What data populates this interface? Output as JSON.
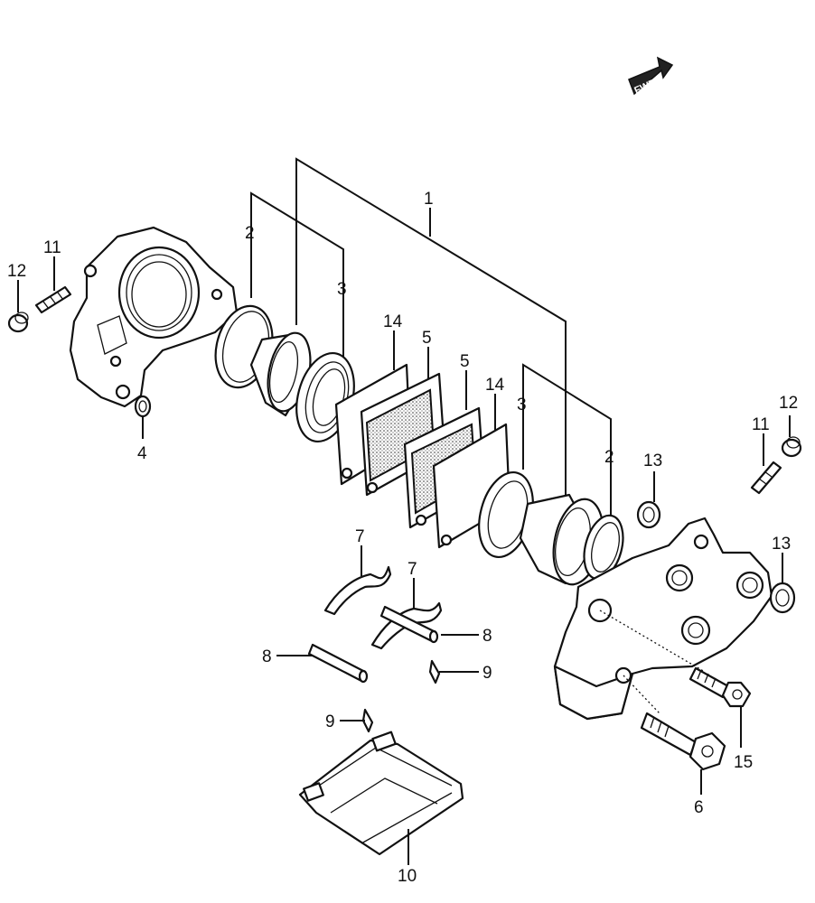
{
  "arrow": {
    "label": "FWD"
  },
  "callouts": {
    "c1": "1",
    "c2a": "2",
    "c2b": "2",
    "c3a": "3",
    "c3b": "3",
    "c4": "4",
    "c5a": "5",
    "c5b": "5",
    "c6": "6",
    "c7a": "7",
    "c7b": "7",
    "c8a": "8",
    "c8b": "8",
    "c9a": "9",
    "c9b": "9",
    "c10": "10",
    "c11a": "11",
    "c11b": "11",
    "c12a": "12",
    "c12b": "12",
    "c13a": "13",
    "c13b": "13",
    "c14a": "14",
    "c14b": "14",
    "c15": "15"
  }
}
